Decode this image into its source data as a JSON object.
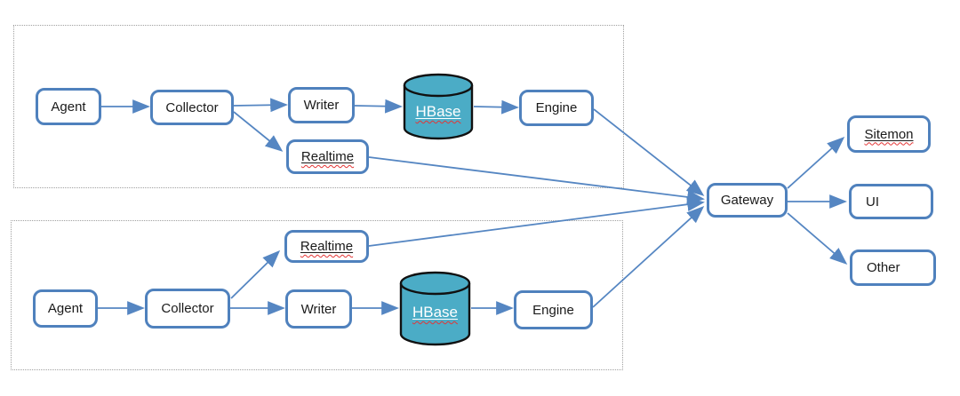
{
  "nodes": {
    "top_agent": {
      "label": "Agent"
    },
    "top_collector": {
      "label": "Collector"
    },
    "top_writer": {
      "label": "Writer"
    },
    "top_hbase": {
      "label": "HBase"
    },
    "top_engine": {
      "label": "Engine"
    },
    "top_realtime": {
      "label": "Realtime"
    },
    "bottom_agent": {
      "label": "Agent"
    },
    "bottom_collector": {
      "label": "Collector"
    },
    "bottom_realtime": {
      "label": "Realtime"
    },
    "bottom_writer": {
      "label": "Writer"
    },
    "bottom_hbase": {
      "label": "HBase"
    },
    "bottom_engine": {
      "label": "Engine"
    },
    "gateway": {
      "label": "Gateway"
    },
    "sitemon": {
      "label": "Sitemon"
    },
    "ui": {
      "label": "UI"
    },
    "other": {
      "label": "Other"
    }
  },
  "edges": [
    {
      "from": "top_agent",
      "to": "top_collector"
    },
    {
      "from": "top_collector",
      "to": "top_writer"
    },
    {
      "from": "top_collector",
      "to": "top_realtime"
    },
    {
      "from": "top_writer",
      "to": "top_hbase"
    },
    {
      "from": "top_hbase",
      "to": "top_engine"
    },
    {
      "from": "top_engine",
      "to": "gateway"
    },
    {
      "from": "top_realtime",
      "to": "gateway"
    },
    {
      "from": "bottom_agent",
      "to": "bottom_collector"
    },
    {
      "from": "bottom_collector",
      "to": "bottom_realtime"
    },
    {
      "from": "bottom_collector",
      "to": "bottom_writer"
    },
    {
      "from": "bottom_writer",
      "to": "bottom_hbase"
    },
    {
      "from": "bottom_hbase",
      "to": "bottom_engine"
    },
    {
      "from": "bottom_engine",
      "to": "gateway"
    },
    {
      "from": "bottom_realtime",
      "to": "gateway"
    },
    {
      "from": "gateway",
      "to": "sitemon"
    },
    {
      "from": "gateway",
      "to": "ui"
    },
    {
      "from": "gateway",
      "to": "other"
    }
  ],
  "colors": {
    "box_border": "#4f81bd",
    "arrow": "#5586c2",
    "cylinder_fill": "#4bacc6",
    "cylinder_stroke": "#111111",
    "cluster_border": "#a0a0a0",
    "squiggle": "#e33535"
  }
}
